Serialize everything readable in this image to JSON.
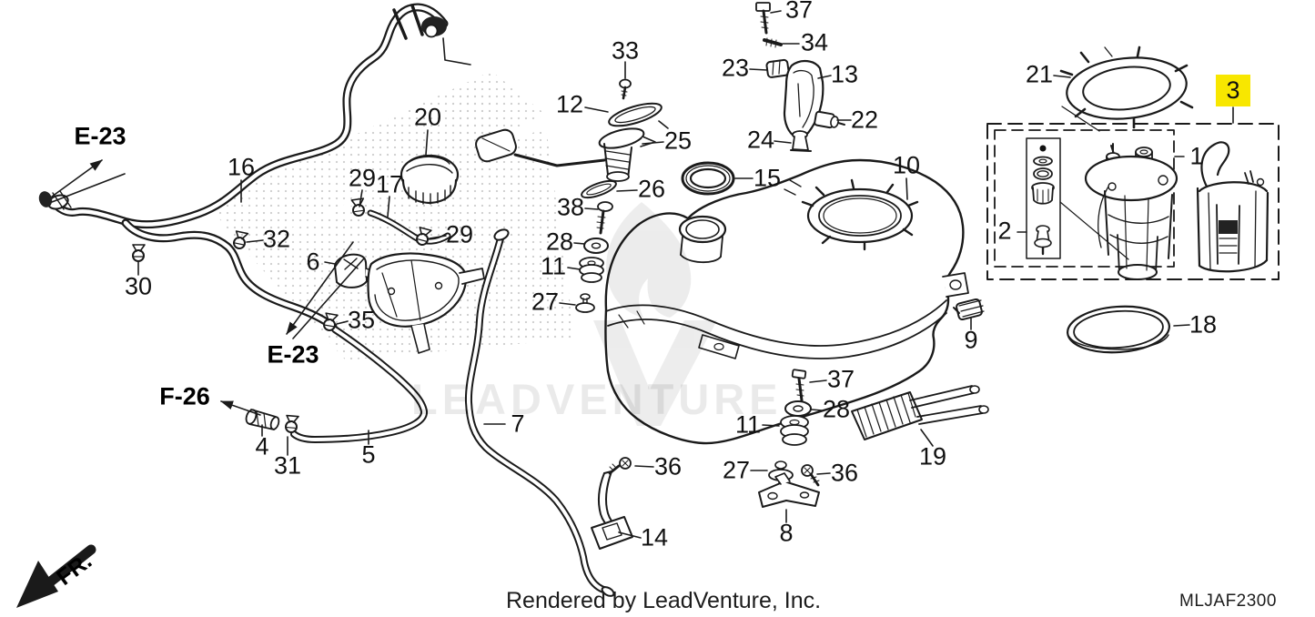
{
  "page": {
    "footer_text": "Rendered by LeadVenture, Inc.",
    "diagram_code": "MLJAF2300",
    "watermark_text": "LEADVENTURE",
    "orientation_label": "FR.",
    "highlight_color": "#f8e700",
    "highlighted_callout": "3"
  },
  "ref_labels": {
    "e23_top": "E-23",
    "e23_bottom": "E-23",
    "f26": "F-26"
  },
  "callouts": {
    "c1": "1",
    "c2": "2",
    "c3": "3",
    "c4": "4",
    "c5": "5",
    "c6": "6",
    "c7": "7",
    "c8": "8",
    "c9": "9",
    "c10": "10",
    "c11a": "11",
    "c11b": "11",
    "c12": "12",
    "c13": "13",
    "c14": "14",
    "c15": "15",
    "c16": "16",
    "c17": "17",
    "c18": "18",
    "c19": "19",
    "c20": "20",
    "c21": "21",
    "c22": "22",
    "c23": "23",
    "c24": "24",
    "c25": "25",
    "c26": "26",
    "c27a": "27",
    "c27b": "27",
    "c28a": "28",
    "c28b": "28",
    "c29a": "29",
    "c29b": "29",
    "c30": "30",
    "c31": "31",
    "c32": "32",
    "c33": "33",
    "c34": "34",
    "c35": "35",
    "c36a": "36",
    "c36b": "36",
    "c37a": "37",
    "c37b": "37",
    "c38": "38"
  }
}
